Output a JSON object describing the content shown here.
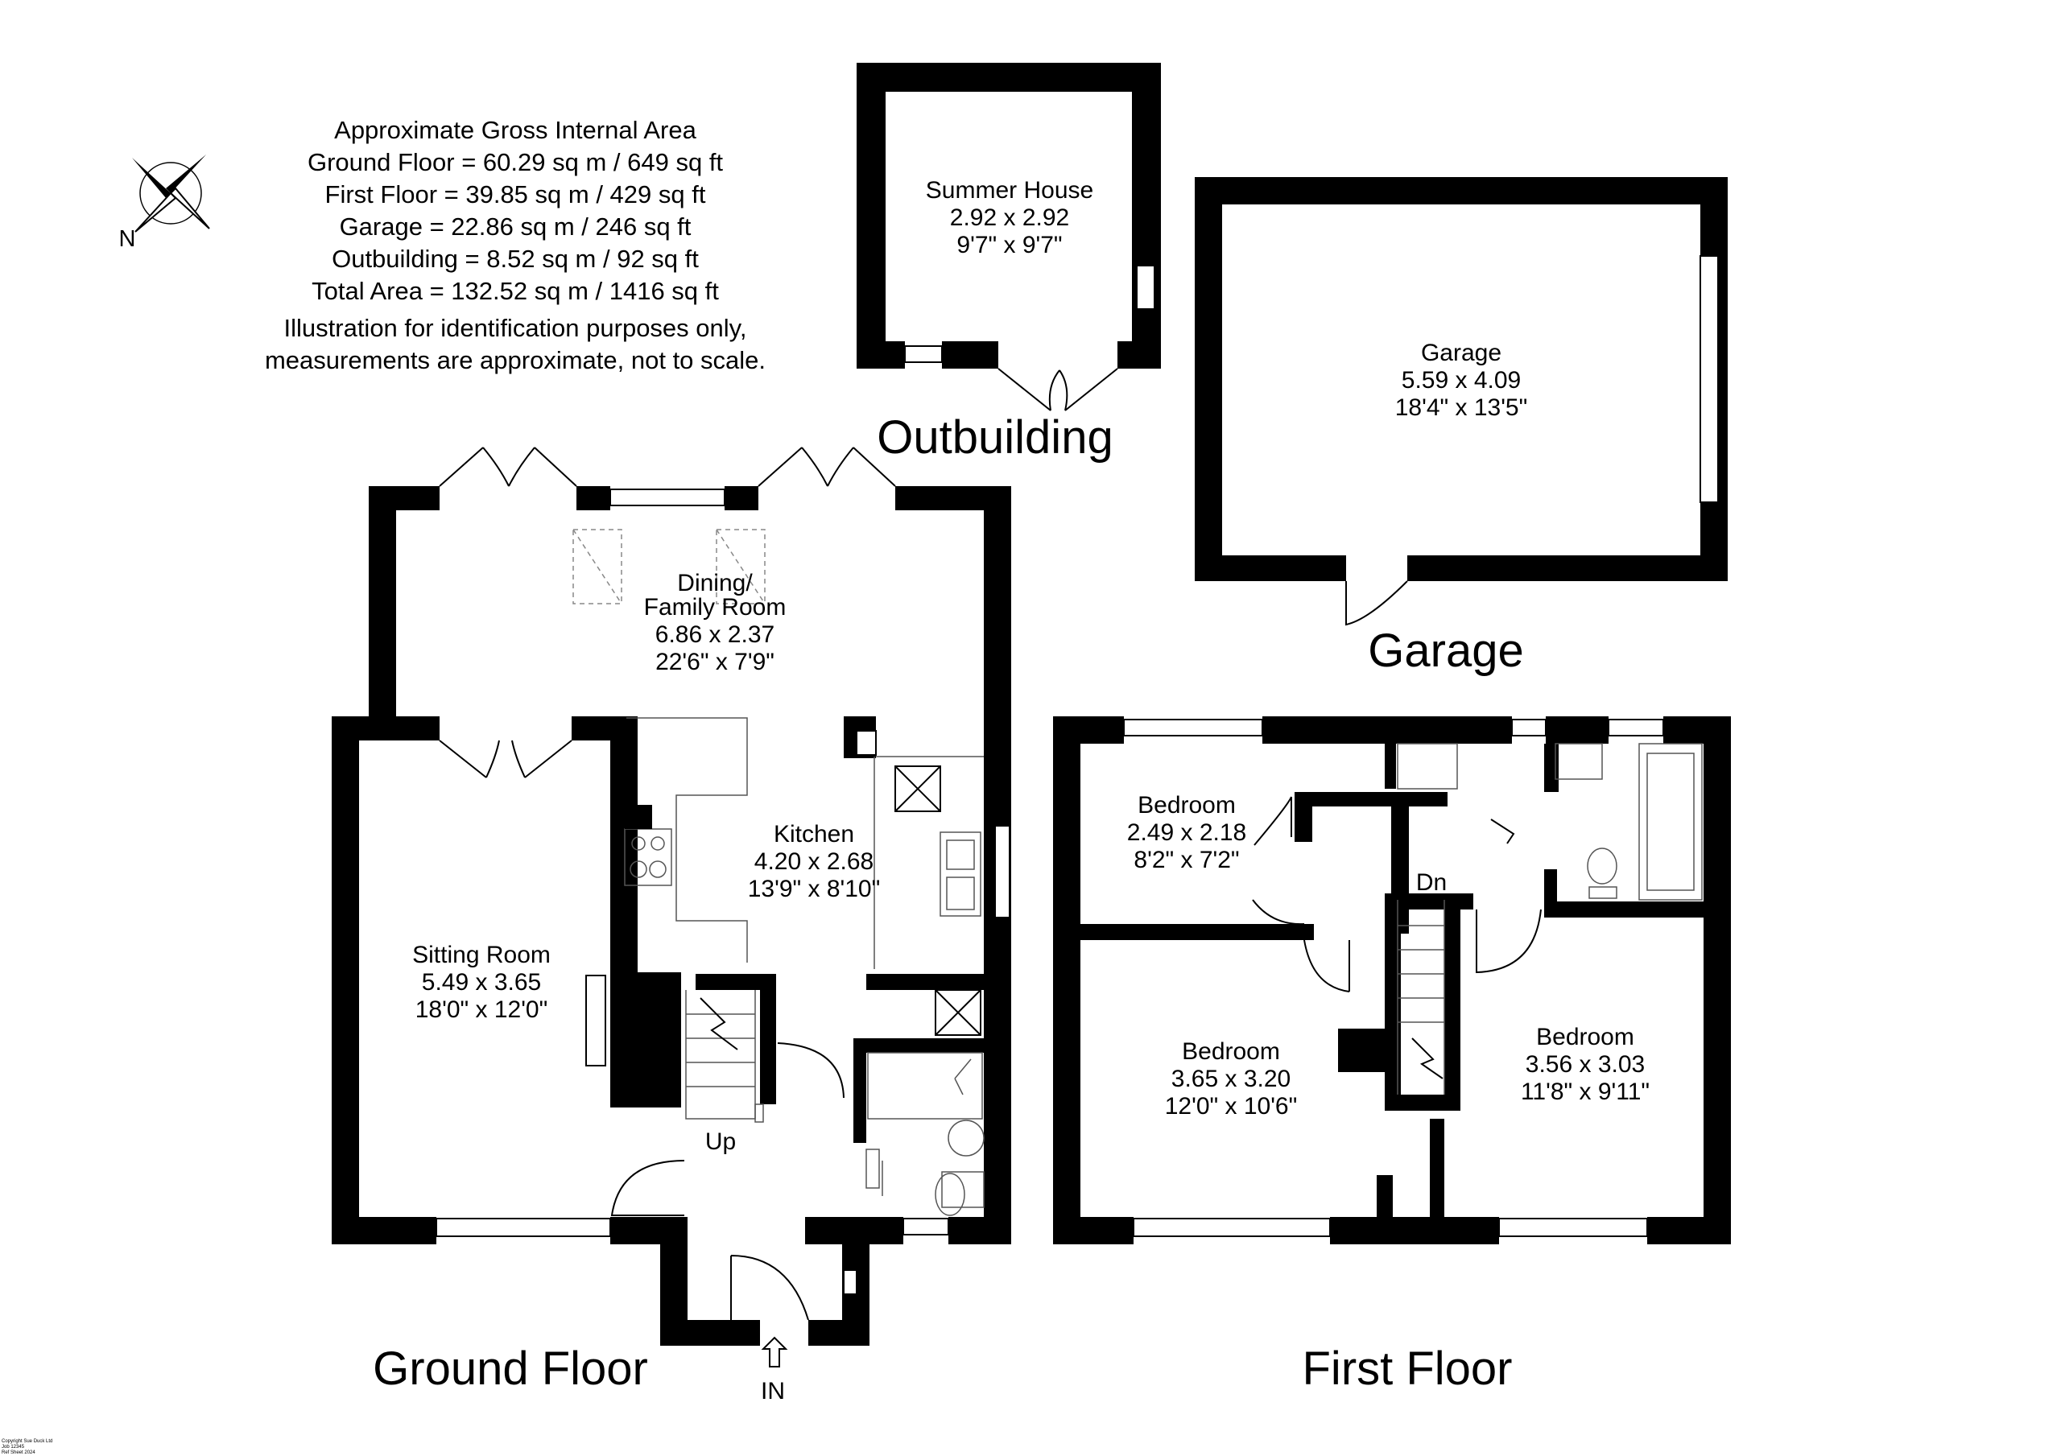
{
  "area_schedule": [
    "Approximate Gross Internal Area",
    "Ground Floor = 60.29 sq m / 649 sq ft",
    "First Floor = 39.85 sq m / 429 sq ft",
    "Garage = 22.86 sq m / 246 sq ft",
    "Outbuilding = 8.52 sq m / 92 sq ft",
    "Total Area = 132.52 sq m / 1416 sq ft",
    "Illustration for identification purposes only,",
    "measurements are approximate, not to scale."
  ],
  "compass": {
    "label": "N"
  },
  "sections": {
    "outbuilding": "Outbuilding",
    "garage": "Garage",
    "ground_floor": "Ground Floor",
    "first_floor": "First Floor"
  },
  "rooms": {
    "summer_house": {
      "name": "Summer House",
      "metric": "2.92 x 2.92",
      "imperial": "9'7\" x 9'7\""
    },
    "garage": {
      "name": "Garage",
      "metric": "5.59 x 4.09",
      "imperial": "18'4\" x 13'5\""
    },
    "dining": {
      "name_1": "Dining/",
      "name_2": "Family Room",
      "metric": "6.86 x 2.37",
      "imperial": "22'6\" x 7'9\""
    },
    "kitchen": {
      "name": "Kitchen",
      "metric": "4.20 x 2.68",
      "imperial": "13'9\" x 8'10\""
    },
    "sitting": {
      "name": "Sitting Room",
      "metric": "5.49 x 3.65",
      "imperial": "18'0\" x 12'0\""
    },
    "bedroom_small": {
      "name": "Bedroom",
      "metric": "2.49 x 2.18",
      "imperial": "8'2\" x 7'2\""
    },
    "bedroom_main": {
      "name": "Bedroom",
      "metric": "3.65 x 3.20",
      "imperial": "12'0\" x 10'6\""
    },
    "bedroom_right": {
      "name": "Bedroom",
      "metric": "3.56 x 3.03",
      "imperial": "11'8\" x 9'11\""
    }
  },
  "stairs": {
    "up": "Up",
    "down": "Dn"
  },
  "entrance": "IN",
  "footer_note": [
    "Copyright Sue Duck Ltd",
    "Job 12345",
    "Ref Sheet 2024"
  ]
}
